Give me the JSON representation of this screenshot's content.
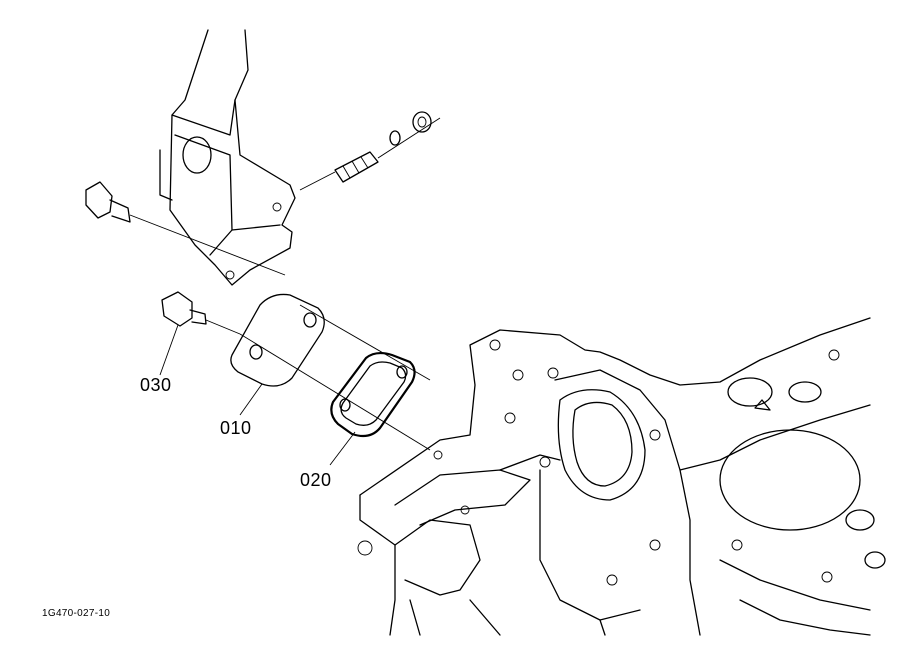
{
  "labels": {
    "part_030": "030",
    "part_010": "010",
    "part_020": "020"
  },
  "figure_code": "1G470-027-10"
}
